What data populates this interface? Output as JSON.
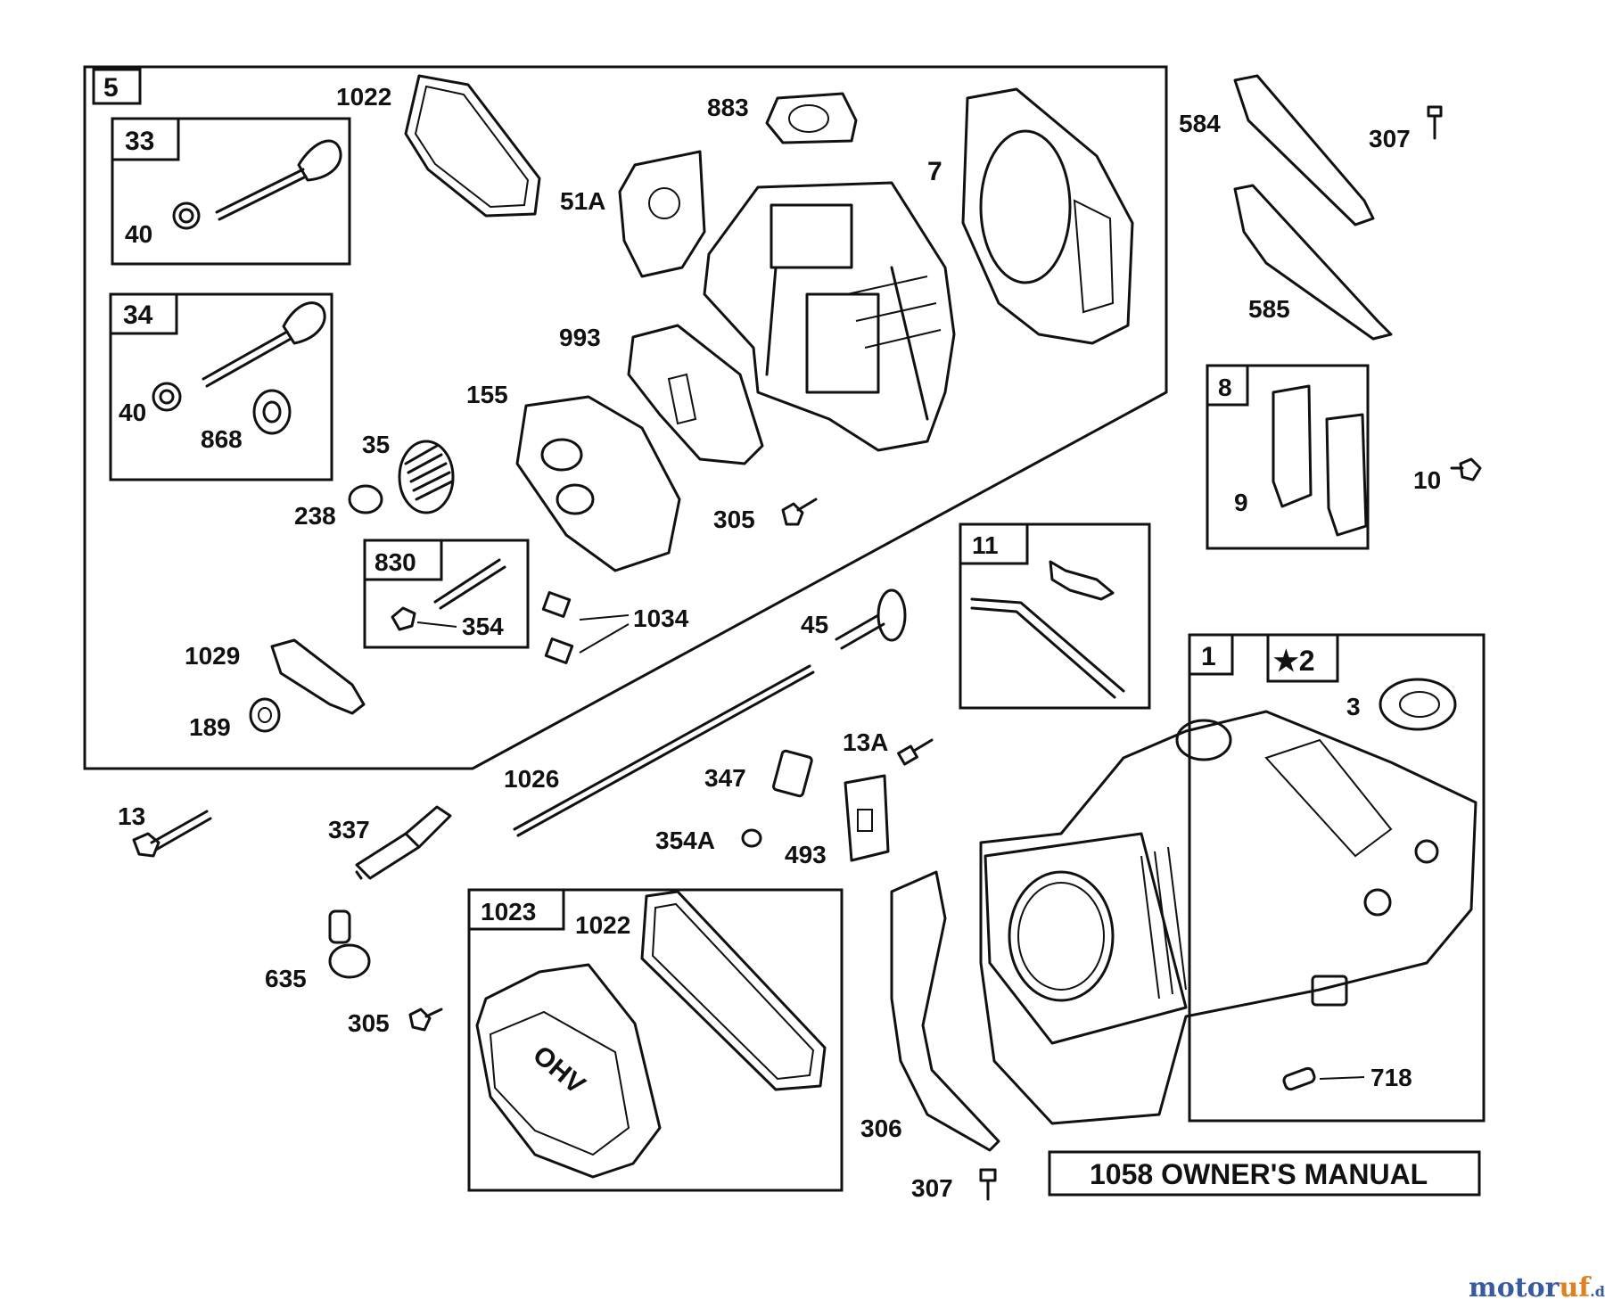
{
  "callouts": {
    "c5": "5",
    "c1022a": "1022",
    "c883": "883",
    "c7": "7",
    "c584": "584",
    "c307a": "307",
    "c33": "33",
    "c40a": "40",
    "c51a": "51A",
    "c585": "585",
    "c34": "34",
    "c993": "993",
    "c40b": "40",
    "c868": "868",
    "c155": "155",
    "c35": "35",
    "c8": "8",
    "c10": "10",
    "c9": "9",
    "c238": "238",
    "c305a": "305",
    "c11": "11",
    "c830": "830",
    "c354": "354",
    "c1034": "1034",
    "c45": "45",
    "c1029": "1029",
    "c1": "1",
    "c2": "★2",
    "c3": "3",
    "c189": "189",
    "c13a": "13A",
    "c1026": "1026",
    "c347": "347",
    "c13": "13",
    "c337": "337",
    "c354a": "354A",
    "c493": "493",
    "c1023": "1023",
    "c1022b": "1022",
    "c635": "635",
    "c305b": "305",
    "c718": "718",
    "c306": "306",
    "c307b": "307"
  },
  "manual_box": "1058 OWNER'S MANUAL",
  "watermark": {
    "part1": "motor",
    "part2": "uf",
    "part3": ".de"
  }
}
